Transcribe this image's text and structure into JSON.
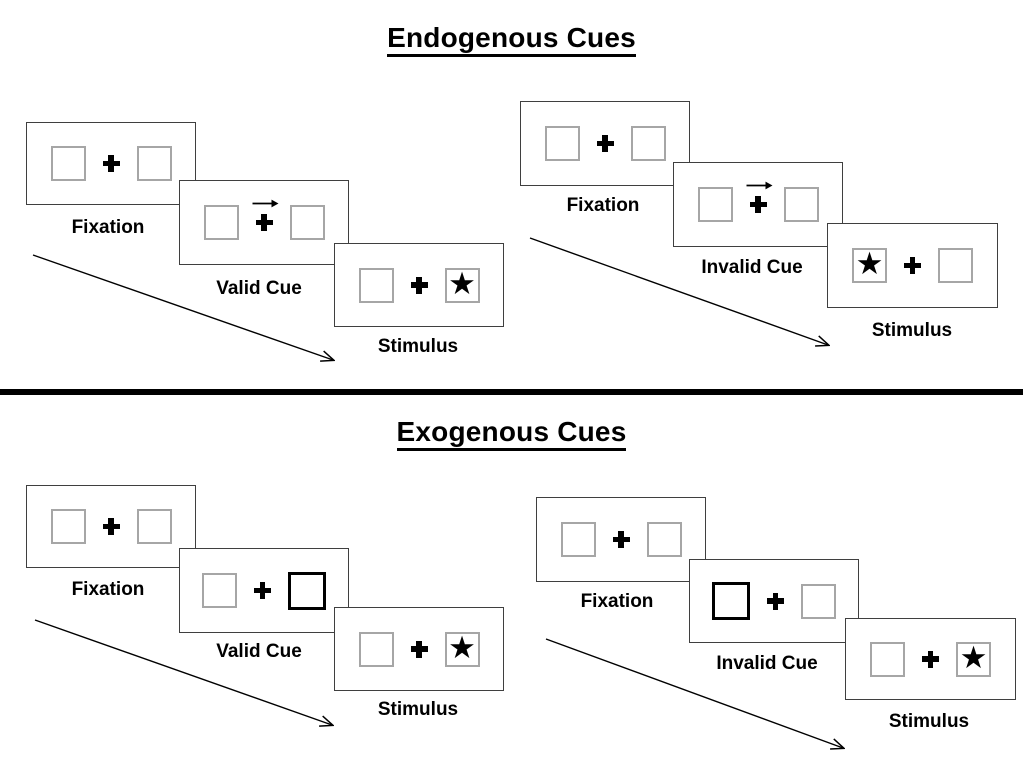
{
  "figure": {
    "sections": [
      {
        "title": "Endogenous Cues",
        "sequences": [
          {
            "name": "valid",
            "panels": [
              {
                "label": "Fixation",
                "left_box": "empty",
                "right_box": "empty"
              },
              {
                "label": "Valid Cue",
                "cue": "arrow-right",
                "left_box": "empty",
                "right_box": "empty"
              },
              {
                "label": "Stimulus",
                "left_box": "empty",
                "right_box": "star"
              }
            ]
          },
          {
            "name": "invalid",
            "panels": [
              {
                "label": "Fixation",
                "left_box": "empty",
                "right_box": "empty"
              },
              {
                "label": "Invalid Cue",
                "cue": "arrow-right",
                "left_box": "empty",
                "right_box": "empty"
              },
              {
                "label": "Stimulus",
                "left_box": "star",
                "right_box": "empty"
              }
            ]
          }
        ]
      },
      {
        "title": "Exogenous Cues",
        "sequences": [
          {
            "name": "valid",
            "panels": [
              {
                "label": "Fixation",
                "left_box": "empty",
                "right_box": "empty"
              },
              {
                "label": "Valid Cue",
                "left_box": "empty",
                "right_box": "highlighted"
              },
              {
                "label": "Stimulus",
                "left_box": "empty",
                "right_box": "star"
              }
            ]
          },
          {
            "name": "invalid",
            "panels": [
              {
                "label": "Fixation",
                "left_box": "empty",
                "right_box": "empty"
              },
              {
                "label": "Invalid Cue",
                "left_box": "highlighted",
                "right_box": "empty"
              },
              {
                "label": "Stimulus",
                "left_box": "empty",
                "right_box": "star"
              }
            ]
          }
        ]
      }
    ]
  },
  "icons": {
    "star_glyph": "★",
    "fixation_cross": "plus-shape",
    "cue_arrow": "right-arrow",
    "timeline_arrow": "diagonal-arrow"
  },
  "colors": {
    "panel_border": "#3f3f3f",
    "box_border": "#a6a6a6",
    "ink": "#000000",
    "background": "#ffffff"
  }
}
